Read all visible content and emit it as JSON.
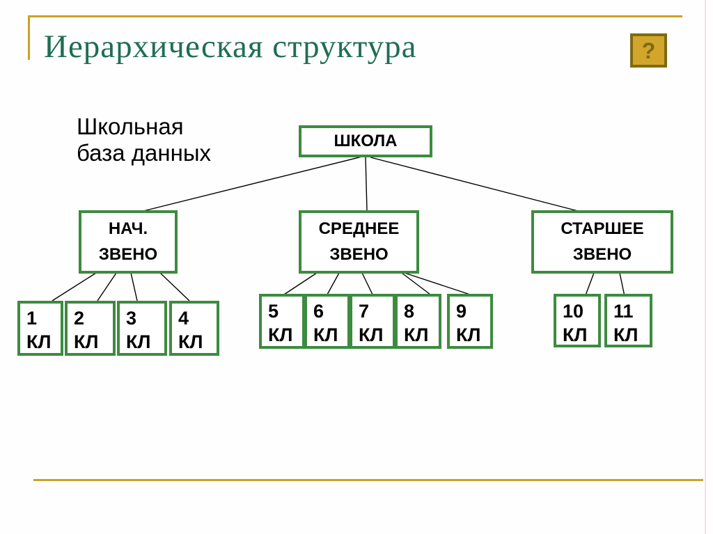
{
  "slide": {
    "title": "Иерархическая структура",
    "help_icon": {
      "glyph": "?"
    },
    "caption": {
      "line1": "Школьная",
      "line2": "база данных"
    }
  },
  "colors": {
    "accent_gold": "#C9A227",
    "help_icon_fill": "#D2A62B",
    "help_icon_dark": "#7E6A14",
    "node_border_green": "#3D8B40",
    "title_green": "#1F6E52",
    "text_black": "#000000"
  },
  "tree": {
    "root": {
      "label": "ШКОЛА"
    },
    "branches": [
      {
        "line1": "НАЧ.",
        "line2": "ЗВЕНО",
        "classes": [
          "1 КЛ",
          "2 КЛ",
          "3 КЛ",
          "4 КЛ"
        ]
      },
      {
        "line1": "СРЕДНЕЕ",
        "line2": "ЗВЕНО",
        "classes": [
          "5 КЛ",
          "6 КЛ",
          "7 КЛ",
          "8 КЛ",
          "9 КЛ"
        ]
      },
      {
        "line1": "СТАРШЕЕ",
        "line2": "ЗВЕНО",
        "classes": [
          "10 КЛ",
          "11 КЛ"
        ]
      }
    ],
    "classes": [
      {
        "num": "1",
        "unit": "КЛ"
      },
      {
        "num": "2",
        "unit": "КЛ"
      },
      {
        "num": "3",
        "unit": "КЛ"
      },
      {
        "num": "4",
        "unit": "КЛ"
      },
      {
        "num": "5",
        "unit": "КЛ"
      },
      {
        "num": "6",
        "unit": "КЛ"
      },
      {
        "num": "7",
        "unit": "КЛ"
      },
      {
        "num": "8",
        "unit": "КЛ"
      },
      {
        "num": "9",
        "unit": "КЛ"
      },
      {
        "num": "10",
        "unit": "КЛ"
      },
      {
        "num": "11",
        "unit": "КЛ"
      }
    ]
  }
}
